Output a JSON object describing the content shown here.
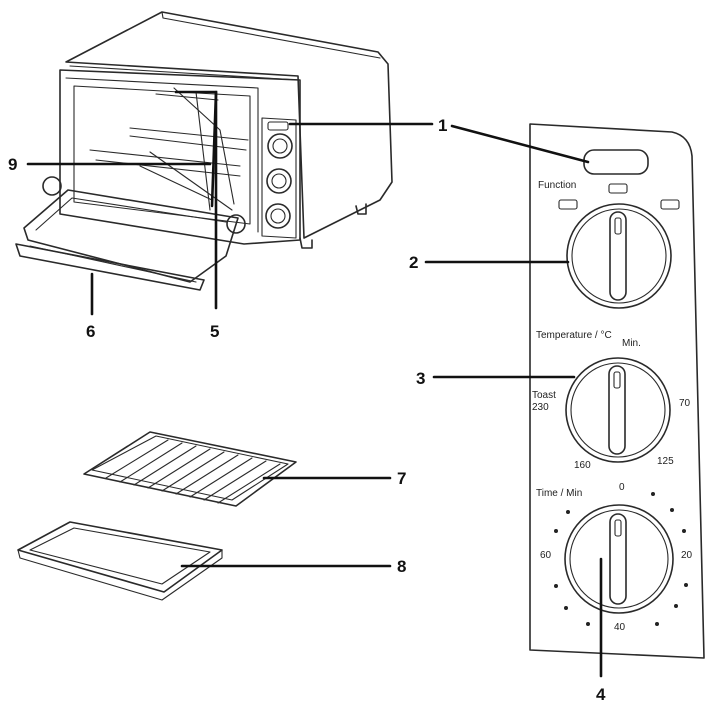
{
  "callouts": [
    {
      "id": "1",
      "text": "1"
    },
    {
      "id": "2",
      "text": "2"
    },
    {
      "id": "3",
      "text": "3"
    },
    {
      "id": "4",
      "text": "4"
    },
    {
      "id": "5",
      "text": "5"
    },
    {
      "id": "6",
      "text": "6"
    },
    {
      "id": "7",
      "text": "7"
    },
    {
      "id": "8",
      "text": "8"
    },
    {
      "id": "9",
      "text": "9"
    }
  ],
  "panel": {
    "function_label": "Function",
    "temperature_label": "Temperature / °C",
    "temperature_min": "Min.",
    "temperature_ticks": {
      "toast": "Toast",
      "max": "230",
      "t70": "70",
      "t160": "160",
      "t125": "125"
    },
    "time_label": "Time / Min",
    "time_ticks": {
      "t0": "0",
      "t20": "20",
      "t40": "40",
      "t60": "60"
    }
  },
  "colors": {
    "line": "#2a2a2a",
    "leader": "#111111",
    "background": "#ffffff"
  }
}
